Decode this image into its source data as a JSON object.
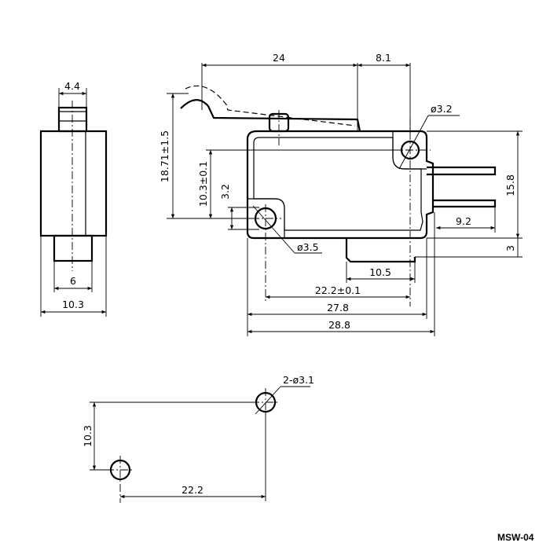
{
  "title": "MSW-04",
  "side_view": {
    "dims": {
      "plunger_width": "4.4",
      "bottom_width": "6",
      "body_width": "10.3"
    }
  },
  "front_view": {
    "dims": {
      "lever_length": "24",
      "lever_offset": "8.1",
      "lever_height": "18.71±1.5",
      "hole_height": "10.3±0.1",
      "hole_width": "3.2",
      "top_hole": "ø3.2",
      "bottom_hole": "ø3.5",
      "body_height": "15.8",
      "terminal_drop": "3",
      "terminal_length": "9.2",
      "bottom_terminal": "10.5",
      "hole_spacing": "22.2±0.1",
      "body_length": "27.8",
      "total_length": "28.8"
    }
  },
  "mounting": {
    "dims": {
      "vertical": "10.3",
      "horizontal": "22.2",
      "holes": "2-ø3.1"
    }
  }
}
